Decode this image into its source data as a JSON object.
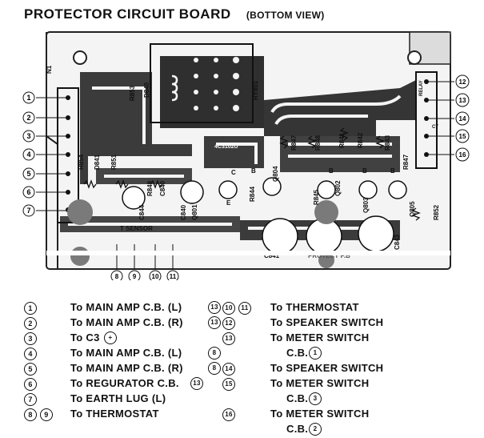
{
  "header": {
    "title": "PROTECTOR CIRCUIT BOARD",
    "subtitle": "(BOTTOM VIEW)"
  },
  "board": {
    "labels": {
      "ry": "RY801",
      "d840": "D840",
      "r853": "R853",
      "ic": "4C3102U",
      "r854": "R854",
      "d841": "D841",
      "r851": "R851",
      "r849": "R849",
      "c840": "C840",
      "c844": "C844",
      "c840b": "C840",
      "q801": "Q801",
      "r844": "R844",
      "q804": "Q804",
      "r847a": "R847",
      "r848": "R848",
      "r845": "R845",
      "q802": "Q802",
      "r841": "R841",
      "r842": "R842",
      "q803": "Q803",
      "r843": "R843",
      "r847b": "R847",
      "q805": "Q805",
      "c843": "C843",
      "r852": "R852",
      "c841": "C841",
      "tsensor": "T SENSOR",
      "protect": "PROTECT P.B",
      "n1": "N1",
      "relay": "RELAY",
      "ct": "CT",
      "pin_e": "E",
      "pin_b": "B",
      "pin_c": "C"
    },
    "left_markers": [
      "1",
      "2",
      "3",
      "4",
      "5",
      "6",
      "7"
    ],
    "right_markers": [
      "12",
      "13",
      "14",
      "15",
      "16"
    ],
    "bottom_markers": [
      "8",
      "9",
      "10",
      "11"
    ]
  },
  "legend": {
    "left": [
      {
        "nums": [
          "1"
        ],
        "text": "To MAIN AMP C.B. (L)",
        "ref": "13"
      },
      {
        "nums": [
          "2"
        ],
        "text": "To MAIN AMP C.B. (R)",
        "ref": "13"
      },
      {
        "nums": [
          "3"
        ],
        "text": "To C3",
        "ref": "+"
      },
      {
        "nums": [
          "4"
        ],
        "text": "To MAIN AMP C.B. (L)",
        "ref": "8"
      },
      {
        "nums": [
          "5"
        ],
        "text": "To MAIN AMP C.B. (R)",
        "ref": "8"
      },
      {
        "nums": [
          "6"
        ],
        "text": "To REGURATOR C.B.",
        "ref": "13"
      },
      {
        "nums": [
          "7"
        ],
        "text": "To EARTH LUG (L)",
        "ref": ""
      },
      {
        "nums": [
          "8",
          "9"
        ],
        "text": "To THERMOSTAT",
        "ref": ""
      }
    ],
    "right": [
      {
        "nums": [
          "10",
          "11"
        ],
        "text": "To THERMOSTAT",
        "ref": ""
      },
      {
        "nums": [
          "12"
        ],
        "text": "To SPEAKER SWITCH",
        "ref": ""
      },
      {
        "nums": [
          "13"
        ],
        "text": "To METER SWITCH",
        "ref": ""
      },
      {
        "nums": [],
        "text": "C.B.",
        "ref": "1"
      },
      {
        "nums": [
          "14"
        ],
        "text": "To SPEAKER SWITCH",
        "ref": ""
      },
      {
        "nums": [
          "15"
        ],
        "text": "To METER SWITCH",
        "ref": ""
      },
      {
        "nums": [],
        "text": "C.B.",
        "ref": "3"
      },
      {
        "nums": [
          "16"
        ],
        "text": "To METER SWITCH",
        "ref": ""
      },
      {
        "nums": [],
        "text": "C.B.",
        "ref": "2"
      }
    ]
  }
}
